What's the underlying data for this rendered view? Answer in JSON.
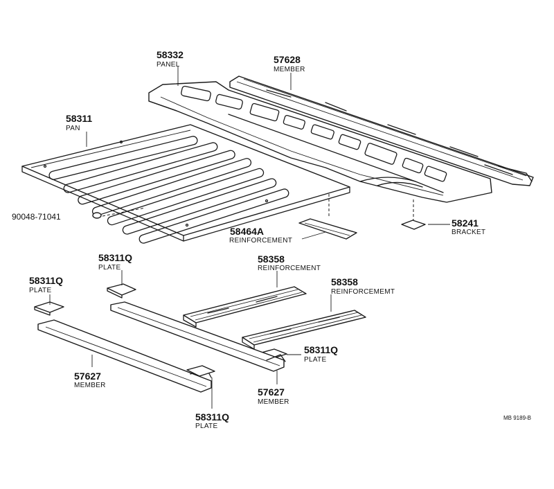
{
  "callouts": {
    "c58332": {
      "number": "58332",
      "label": "PANEL"
    },
    "c57628": {
      "number": "57628",
      "label": "MEMBER"
    },
    "c58311": {
      "number": "58311",
      "label": "PAN"
    },
    "c90048": {
      "number": "90048-71041"
    },
    "c58464a": {
      "number": "58464A",
      "label": "REINFORCEMENT"
    },
    "c58241": {
      "number": "58241",
      "label": "BRACKET"
    },
    "c58311q_a": {
      "number": "58311Q",
      "label": "PLATE"
    },
    "c58311q_b": {
      "number": "58311Q",
      "label": "PLATE"
    },
    "c58358_a": {
      "number": "58358",
      "label": "REINFORCEMENT"
    },
    "c58358_b": {
      "number": "58358",
      "label": "REINFORCEMEMT"
    },
    "c58311q_c": {
      "number": "58311Q",
      "label": "PLATE"
    },
    "c57627_a": {
      "number": "57627",
      "label": "MEMBER"
    },
    "c57627_b": {
      "number": "57627",
      "label": "MEMBER"
    },
    "c58311q_d": {
      "number": "58311Q",
      "label": "PLATE"
    }
  },
  "drawing_ref": "MB 9189-B"
}
